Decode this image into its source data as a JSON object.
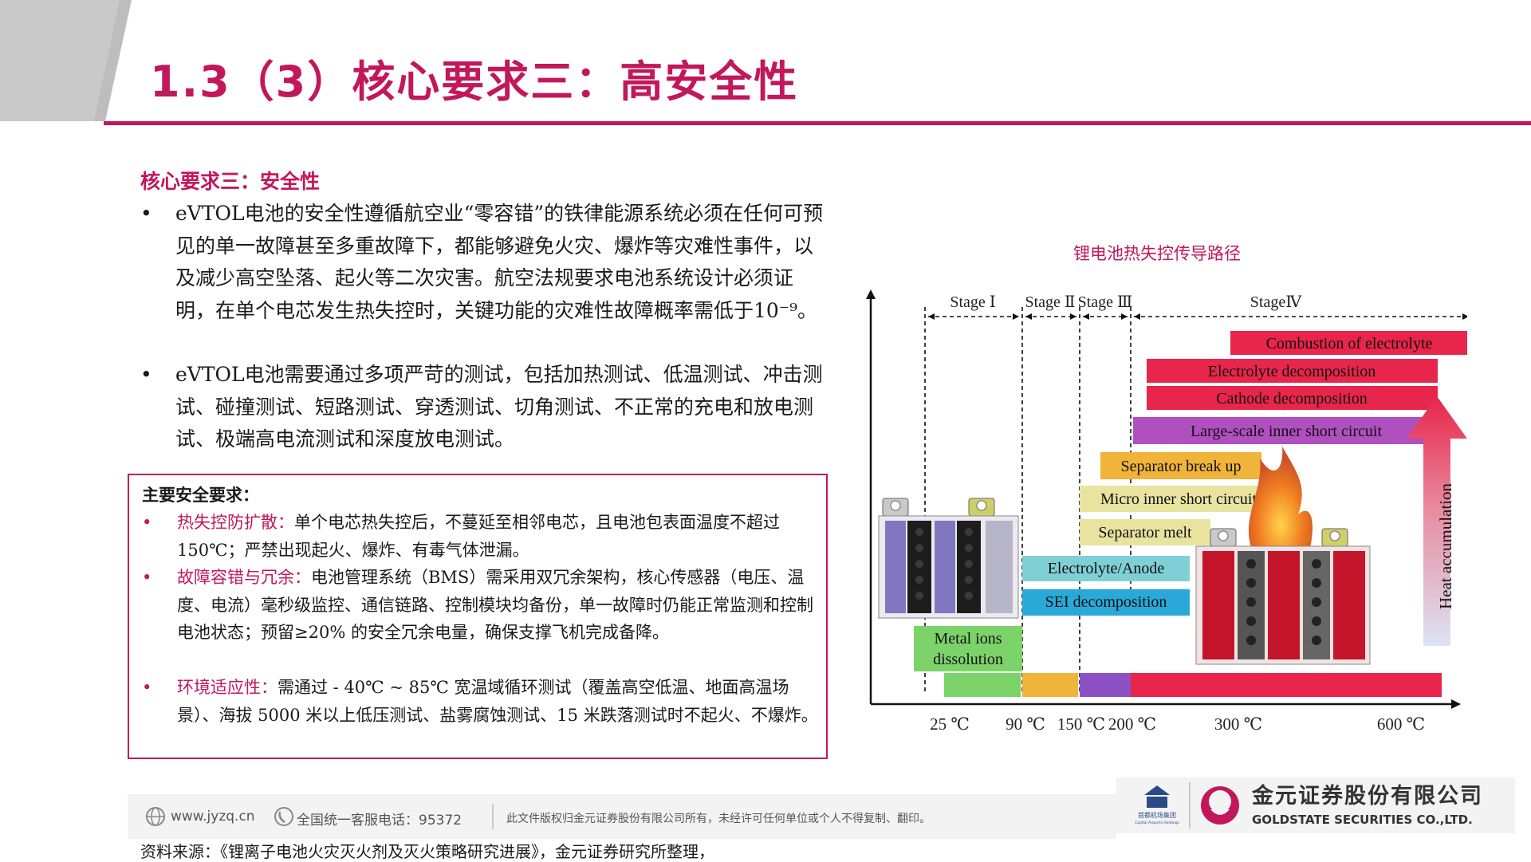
{
  "header": {
    "title": "1.3（3）核心要求三：高安全性"
  },
  "content": {
    "heading": "核心要求三：安全性",
    "bullets": [
      "eVTOL电池的安全性遵循航空业“零容错”的铁律能源系统必须在任何可预见的单一故障甚至多重故障下，都能够避免火灾、爆炸等灾难性事件，以及减少高空坠落、起火等二次灾害。航空法规要求电池系统设计必须证明，在单个电芯发生热失控时，关键功能的灾难性故障概率需低于10⁻⁹。",
      "eVTOL电池需要通过多项严苛的测试，包括加热测试、低温测试、冲击测试、碰撞测试、短路测试、穿透测试、切角测试、不正常的充电和放电测试、极端高电流测试和深度放电测试。"
    ],
    "bullet_symbol": "•"
  },
  "requirements": {
    "heading": "主要安全要求：",
    "items": [
      {
        "label": "热失控防扩散：",
        "text": "单个电芯热失控后，不蔓延至相邻电芯，且电池包表面温度不超过 150℃；严禁出现起火、爆炸、有毒气体泄漏。"
      },
      {
        "label": "故障容错与冗余：",
        "text": "电池管理系统（BMS）需采用双冗余架构，核心传感器（电压、温度、电流）毫秒级监控、通信链路、控制模块均备份，单一故障时仍能正常监测和控制电池状态；预留≥20% 的安全冗余电量，确保支撑飞机完成备降。"
      },
      {
        "label": "环境适应性：",
        "text": "需通过 - 40℃ ~ 85℃ 宽温域循环测试（覆盖高空低温、地面高温场景）、海拔 5000 米以上低压测试、盐雾腐蚀测试、15 米跌落测试时不起火、不爆炸。"
      }
    ]
  },
  "diagram": {
    "title": "锂电池热失控传导路径",
    "stages": [
      "Stage Ⅰ",
      "Stage Ⅱ",
      "Stage Ⅲ",
      "StageⅣ"
    ],
    "x_ticks": [
      "25 ℃",
      "90 ℃",
      "150 ℃",
      "200 ℃",
      "300 ℃",
      "600 ℃"
    ],
    "y_label": "Heat accumulation",
    "events": [
      {
        "label": "Combustion of electrolyte",
        "color": "#e8254a"
      },
      {
        "label": "Electrolyte decomposition",
        "color": "#e8254a"
      },
      {
        "label": "Cathode decomposition",
        "color": "#e8254a"
      },
      {
        "label": "Large-scale inner short circuit",
        "color": "#b04fc0"
      },
      {
        "label": "Separator break up",
        "color": "#f0b43a"
      },
      {
        "label": "Micro inner short circuit",
        "color": "#e9e3a0"
      },
      {
        "label": "Separator melt",
        "color": "#e9e3a0"
      },
      {
        "label": "Electrolyte/Anode",
        "color": "#7ed0d6"
      },
      {
        "label": "SEI decomposition",
        "color": "#2aa8d8"
      },
      {
        "label": "Metal ions dissolution",
        "color": "#7cd36a"
      }
    ],
    "colors": {
      "green": "#7cd36a",
      "yellow": "#f0b43a",
      "purple": "#8c52c4",
      "red": "#e8254a",
      "arrow": "#e8254a"
    }
  },
  "footer": {
    "website": "www.jyzq.cn",
    "hotline": "全国统一客服电话：95372",
    "copyright": "此文件版权归金元证券股份有限公司所有，未经许可任何单位或个人不得复制、翻印。",
    "company_cn": "金元证券股份有限公司",
    "company_en": "GOLDSTATE SECURITIES CO.,LTD.",
    "group_name": "首都机场集团",
    "group_en": "Capital Airports Holdings",
    "source": "资料来源：《锂离子电池火灾灭火剂及灭火策略研究进展》，金元证券研究所整理，"
  }
}
